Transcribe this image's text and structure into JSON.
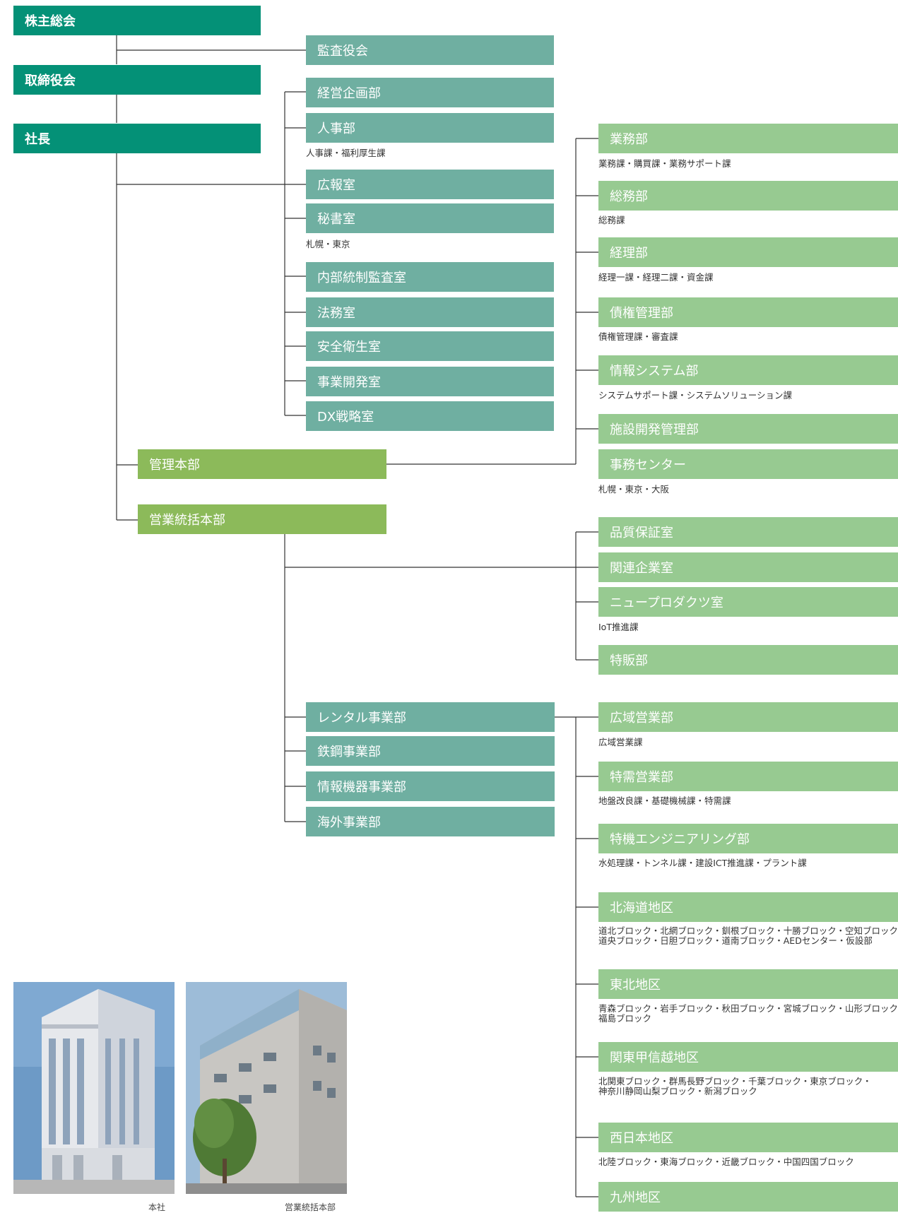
{
  "executives": {
    "shareholders": "株主総会",
    "board": "取締役会",
    "president": "社長",
    "audit": "監査役会"
  },
  "president_departments": [
    {
      "label": "経営企画部"
    },
    {
      "label": "人事部",
      "note": "人事課・福利厚生課"
    },
    {
      "label": "広報室"
    },
    {
      "label": "秘書室",
      "note": "札幌・東京"
    },
    {
      "label": "内部統制監査室"
    },
    {
      "label": "法務室"
    },
    {
      "label": "安全衛生室"
    },
    {
      "label": "事業開発室"
    },
    {
      "label": "DX戦略室"
    }
  ],
  "headquarters": {
    "admin": "管理本部",
    "sales": "営業統括本部"
  },
  "admin_departments": [
    {
      "label": "業務部",
      "note": "業務課・購買課・業務サポート課"
    },
    {
      "label": "総務部",
      "note": "総務課"
    },
    {
      "label": "経理部",
      "note": "経理一課・経理二課・資金課"
    },
    {
      "label": "債権管理部",
      "note": "債権管理課・審査課"
    },
    {
      "label": "情報システム部",
      "note": "システムサポート課・システムソリューション課"
    },
    {
      "label": "施設開発管理部"
    },
    {
      "label": "事務センター",
      "note": "札幌・東京・大阪"
    }
  ],
  "sales_offices": [
    {
      "label": "品質保証室"
    },
    {
      "label": "関連企業室"
    },
    {
      "label": "ニュープロダクツ室",
      "note": "IoT推進課"
    },
    {
      "label": "特販部"
    }
  ],
  "business_divisions": [
    {
      "label": "レンタル事業部"
    },
    {
      "label": "鉄鋼事業部"
    },
    {
      "label": "情報機器事業部"
    },
    {
      "label": "海外事業部"
    }
  ],
  "rental_units": [
    {
      "label": "広域営業部",
      "note": "広域営業課"
    },
    {
      "label": "特需営業部",
      "note": "地盤改良課・基礎機械課・特需課"
    },
    {
      "label": "特機エンジニアリング部",
      "note": "水処理課・トンネル課・建設ICT推進課・プラント課"
    },
    {
      "label": "北海道地区",
      "note": "道北ブロック・北網ブロック・釧根ブロック・十勝ブロック・空知ブロック・\n道央ブロック・日胆ブロック・道南ブロック・AEDセンター・仮設部"
    },
    {
      "label": "東北地区",
      "note": "青森ブロック・岩手ブロック・秋田ブロック・宮城ブロック・山形ブロック・\n福島ブロック"
    },
    {
      "label": "関東甲信越地区",
      "note": "北関東ブロック・群馬長野ブロック・千葉ブロック・東京ブロック・\n神奈川静岡山梨ブロック・新潟ブロック"
    },
    {
      "label": "西日本地区",
      "note": "北陸ブロック・東海ブロック・近畿ブロック・中国四国ブロック"
    },
    {
      "label": "九州地区"
    }
  ],
  "photos": {
    "head_office_caption": "本社",
    "sales_hq_caption": "営業統括本部"
  },
  "colors": {
    "executive": "#049177",
    "department": "#6fafa1",
    "headquarters": "#8cba5a",
    "subunit": "#97ca91",
    "line": "#333333"
  }
}
